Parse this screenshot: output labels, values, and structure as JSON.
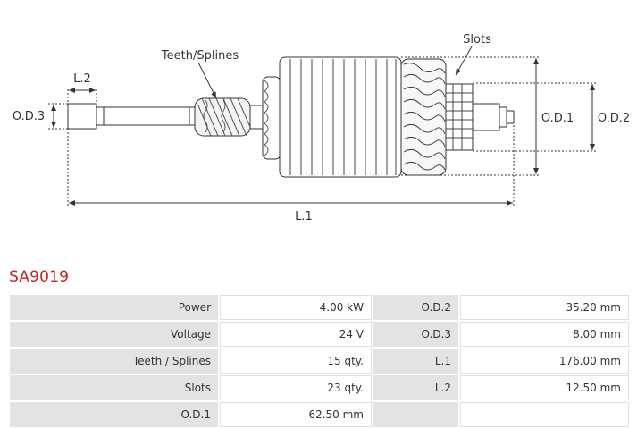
{
  "diagram": {
    "labels": {
      "teeth_splines": "Teeth/Splines",
      "slots": "Slots",
      "l2": "L.2",
      "od3": "O.D.3",
      "od1": "O.D.1",
      "od2": "O.D.2",
      "l1": "L.1"
    }
  },
  "part_number": "SA9019",
  "specs": [
    {
      "label": "Power",
      "value": "4.00 kW",
      "label2": "O.D.2",
      "value2": "35.20 mm"
    },
    {
      "label": "Voltage",
      "value": "24 V",
      "label2": "O.D.3",
      "value2": "8.00 mm"
    },
    {
      "label": "Teeth / Splines",
      "value": "15 qty.",
      "label2": "L.1",
      "value2": "176.00 mm"
    },
    {
      "label": "Slots",
      "value": "23 qty.",
      "label2": "L.2",
      "value2": "12.50 mm"
    },
    {
      "label": "O.D.1",
      "value": "62.50 mm",
      "label2": "",
      "value2": ""
    }
  ]
}
